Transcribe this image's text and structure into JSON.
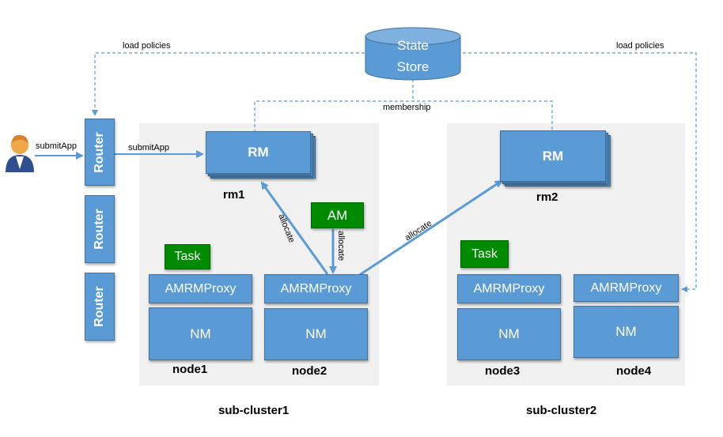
{
  "state_store": {
    "line1": "State",
    "line2": "Store"
  },
  "routers": [
    "Router",
    "Router",
    "Router"
  ],
  "edges": {
    "load_policies_left": "load policies",
    "load_policies_right": "load policies",
    "membership": "membership",
    "submit_user": "submitApp",
    "submit_router": "submitApp",
    "allocate_rm1": "allocate",
    "allocate_am": "allocate",
    "allocate_rm2": "allocate"
  },
  "rm1": {
    "label": "RM",
    "name": "rm1"
  },
  "rm2": {
    "label": "RM",
    "name": "rm2"
  },
  "am": "AM",
  "sub_cluster1": {
    "name": "sub-cluster1",
    "task": "Task",
    "nodes": [
      {
        "proxy": "AMRMProxy",
        "nm": "NM",
        "name": "node1"
      },
      {
        "proxy": "AMRMProxy",
        "nm": "NM",
        "name": "node2"
      }
    ]
  },
  "sub_cluster2": {
    "name": "sub-cluster2",
    "task": "Task",
    "nodes": [
      {
        "proxy": "AMRMProxy",
        "nm": "NM",
        "name": "node3"
      },
      {
        "proxy": "AMRMProxy",
        "nm": "NM",
        "name": "node4"
      }
    ]
  },
  "colors": {
    "box": "#5b9bd5",
    "border": "#41719c",
    "green": "#008a00",
    "background": "#f0f0f0"
  }
}
